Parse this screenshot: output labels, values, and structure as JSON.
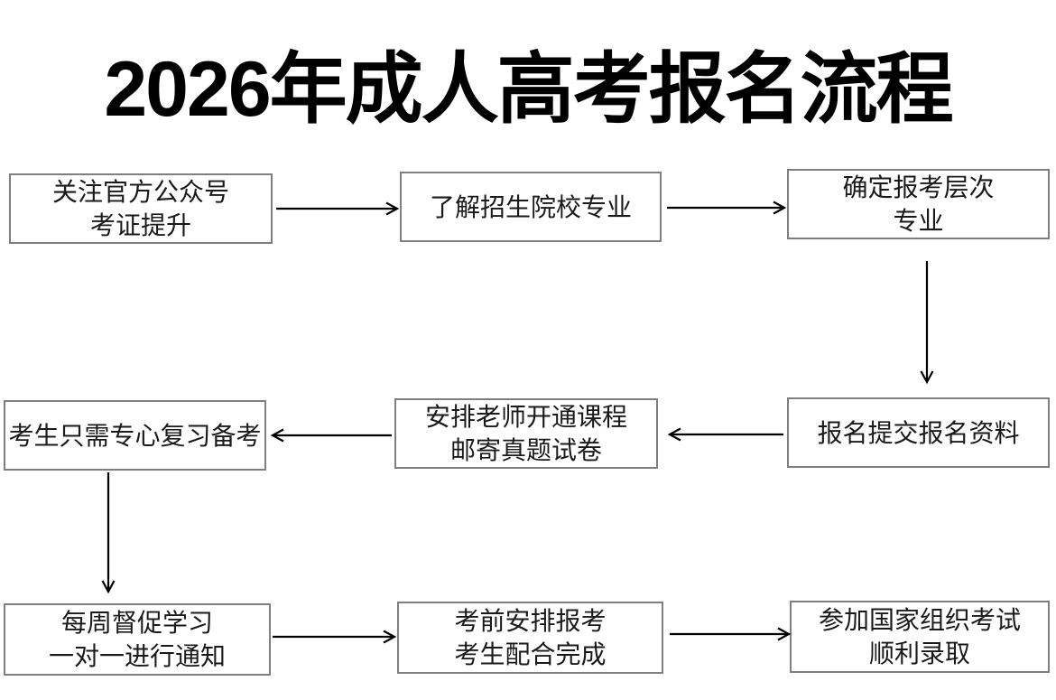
{
  "title": "2026年成人高考报名流程",
  "flow": {
    "steps": [
      {
        "id": "follow-official-account",
        "lines": [
          "关注官方公众号",
          "考证提升"
        ]
      },
      {
        "id": "learn-schools-majors",
        "lines": [
          "了解招生院校专业"
        ]
      },
      {
        "id": "confirm-level-major",
        "lines": [
          "确定报考层次",
          "专业"
        ]
      },
      {
        "id": "submit-registration",
        "lines": [
          "报名提交报名资料"
        ]
      },
      {
        "id": "teacher-opens-course",
        "lines": [
          "安排老师开通课程",
          "邮寄真题试卷"
        ]
      },
      {
        "id": "focus-on-review",
        "lines": [
          "考生只需专心复习备考"
        ]
      },
      {
        "id": "weekly-supervision",
        "lines": [
          "每周督促学习",
          "一对一进行通知"
        ]
      },
      {
        "id": "pre-exam-arrangement",
        "lines": [
          "考前安排报考",
          "考生配合完成"
        ]
      },
      {
        "id": "take-national-exam",
        "lines": [
          "参加国家组织考试",
          "顺利录取"
        ]
      }
    ]
  },
  "colors": {
    "background": "#ffffff",
    "box_border": "#7f7f7f",
    "box_text": "#1a1a1a",
    "title_text": "#000000",
    "arrow": "#000000"
  }
}
